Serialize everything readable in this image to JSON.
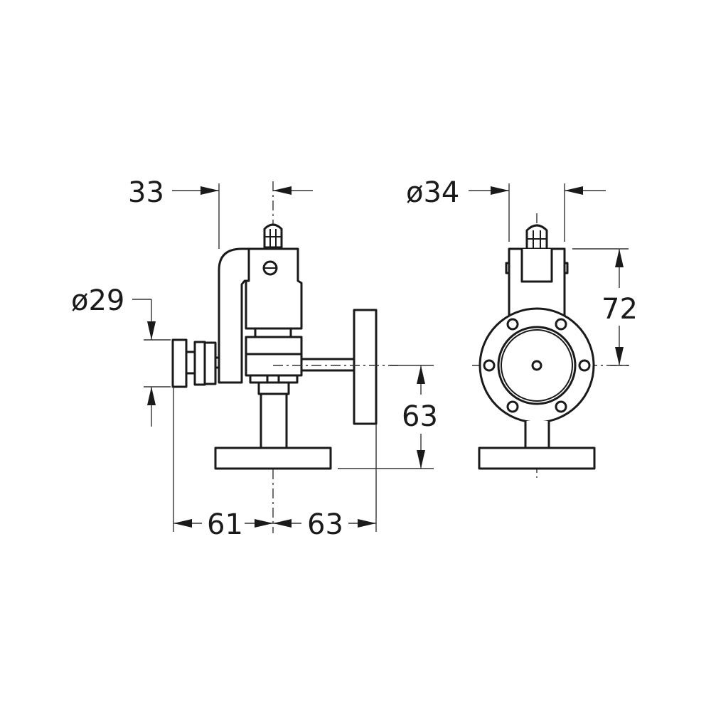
{
  "drawing": {
    "title": "Valve technical dimension drawing",
    "views": [
      "side-view",
      "front-view"
    ],
    "colors": {
      "line": "#1a1a1a",
      "background": "#ffffff"
    },
    "units": "mm"
  },
  "dimensions": {
    "side_offset_top": "33",
    "side_knob_diameter": "ø29",
    "side_handle_height": "63",
    "side_left_width": "61",
    "side_right_width": "63",
    "front_body_diameter": "ø34",
    "front_height": "72"
  }
}
